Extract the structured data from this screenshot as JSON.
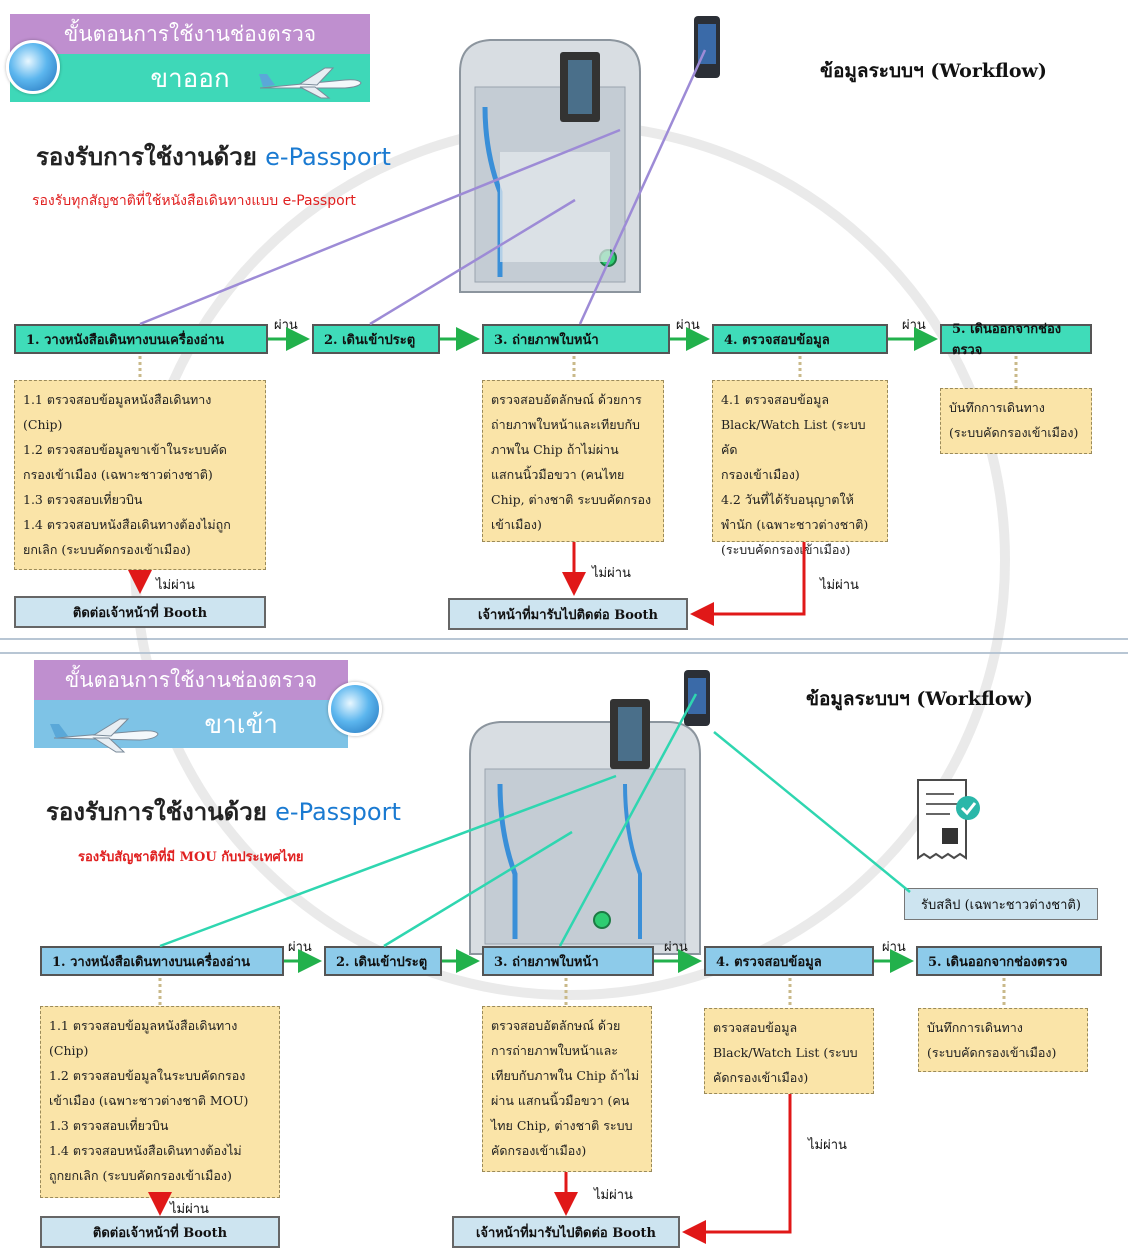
{
  "outbound": {
    "header_top": "ขั้นตอนการใช้งานช่องตรวจ",
    "header_sub": "ขาออก",
    "workflow_title": "ข้อมูลระบบฯ (Workflow)",
    "support_prefix": "รองรับการใช้งานด้วย",
    "support_epassport": "e-Passport",
    "support_note": "รองรับทุกสัญชาติที่ใช้หนังสือเดินทางแบบ e-Passport",
    "steps": [
      "1. วางหนังสือเดินทางบนเครื่องอ่าน",
      "2. เดินเข้าประตู",
      "3. ถ่ายภาพใบหน้า",
      "4. ตรวจสอบข้อมูล",
      "5. เดินออกจากช่องตรวจ"
    ],
    "pass_label": "ผ่าน",
    "fail_label": "ไม่ผ่าน",
    "details": {
      "d1": [
        "1.1 ตรวจสอบข้อมูลหนังสือเดินทาง",
        "(Chip)",
        "1.2 ตรวจสอบข้อมูลขาเข้าในระบบคัด",
        "กรองเข้าเมือง (เฉพาะชาวต่างชาติ)",
        "1.3 ตรวจสอบเที่ยวบิน",
        "1.4 ตรวจสอบหนังสือเดินทางต้องไม่ถูก",
        "ยกเลิก (ระบบคัดกรองเข้าเมือง)"
      ],
      "d3": [
        "ตรวจสอบอัตลักษณ์ ด้วยการ",
        "ถ่ายภาพใบหน้าและเทียบกับ",
        "ภาพใน Chip ถ้าไม่ผ่าน",
        "แสกนนิ้วมือขวา (คนไทย",
        "Chip, ต่างชาติ ระบบคัดกรอง",
        "เข้าเมือง)"
      ],
      "d4": [
        "4.1 ตรวจสอบข้อมูล",
        "Black/Watch List (ระบบคัด",
        "กรองเข้าเมือง)",
        "4.2 วันที่ได้รับอนุญาตให้",
        "พำนัก (เฉพาะชาวต่างชาติ)",
        "(ระบบคัดกรองเข้าเมือง)"
      ],
      "d5": [
        "บันทึกการเดินทาง",
        "(ระบบคัดกรองเข้าเมือง)"
      ]
    },
    "booth_left": "ติดต่อเจ้าหน้าที่ Booth",
    "booth_center": "เจ้าหน้าที่มารับไปติดต่อ Booth"
  },
  "inbound": {
    "header_top": "ขั้นตอนการใช้งานช่องตรวจ",
    "header_sub": "ขาเข้า",
    "workflow_title": "ข้อมูลระบบฯ (Workflow)",
    "support_prefix": "รองรับการใช้งานด้วย",
    "support_epassport": "e-Passport",
    "support_note": "รองรับสัญชาติที่มี MOU กับประเทศไทย",
    "slip": "รับสลิป (เฉพาะชาวต่างชาติ)",
    "steps": [
      "1. วางหนังสือเดินทางบนเครื่องอ่าน",
      "2. เดินเข้าประตู",
      "3. ถ่ายภาพใบหน้า",
      "4. ตรวจสอบข้อมูล",
      "5. เดินออกจากช่องตรวจ"
    ],
    "pass_label": "ผ่าน",
    "fail_label": "ไม่ผ่าน",
    "details": {
      "d1": [
        "1.1 ตรวจสอบข้อมูลหนังสือเดินทาง",
        "(Chip)",
        "1.2 ตรวจสอบข้อมูลในระบบคัดกรอง",
        "เข้าเมือง (เฉพาะชาวต่างชาติ MOU)",
        "1.3 ตรวจสอบเที่ยวบิน",
        "1.4 ตรวจสอบหนังสือเดินทางต้องไม่",
        "ถูกยกเลิก (ระบบคัดกรองเข้าเมือง)"
      ],
      "d3": [
        "ตรวจสอบอัตลักษณ์ ด้วย",
        "การถ่ายภาพใบหน้าและ",
        "เทียบกับภาพใน Chip ถ้าไม่",
        "ผ่าน แสกนนิ้วมือขวา (คน",
        "ไทย Chip, ต่างชาติ ระบบ",
        "คัดกรองเข้าเมือง)"
      ],
      "d4": [
        "ตรวจสอบข้อมูล",
        "Black/Watch List (ระบบ",
        "คัดกรองเข้าเมือง)"
      ],
      "d5": [
        "บันทึกการเดินทาง",
        "(ระบบคัดกรองเข้าเมือง)"
      ]
    },
    "booth_left": "ติดต่อเจ้าหน้าที่ Booth",
    "booth_center": "เจ้าหน้าที่มารับไปติดต่อ Booth"
  },
  "colors": {
    "step_green": "#3fdcb9",
    "step_blue": "#8dcbea",
    "detail_bg": "#fae4a8",
    "header_purple": "#bf8fcf",
    "arrow_green": "#22b14c",
    "arrow_red": "#e01818",
    "line_purple": "#9d8bd6",
    "line_teal": "#2fd6b0"
  },
  "icons": [
    "globe-icon",
    "airplane-icon",
    "egate-machine",
    "receipt-icon"
  ]
}
